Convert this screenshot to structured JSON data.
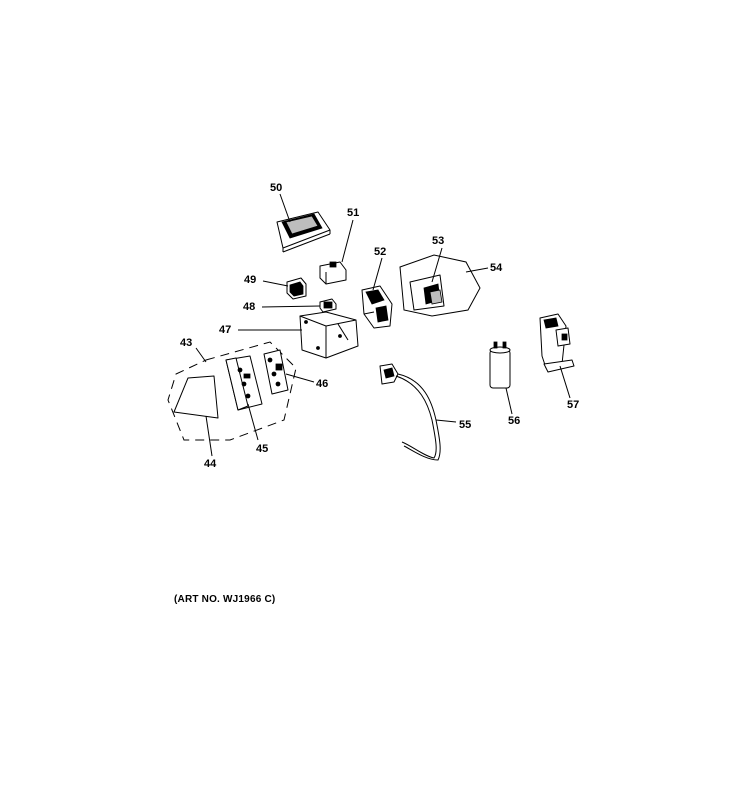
{
  "callouts": {
    "p43": "43",
    "p44": "44",
    "p45": "45",
    "p46": "46",
    "p47": "47",
    "p48": "48",
    "p49": "49",
    "p50": "50",
    "p51": "51",
    "p52": "52",
    "p53": "53",
    "p54": "54",
    "p55": "55",
    "p56": "56",
    "p57": "57"
  },
  "art_number": "(ART NO. WJ1966 C)"
}
